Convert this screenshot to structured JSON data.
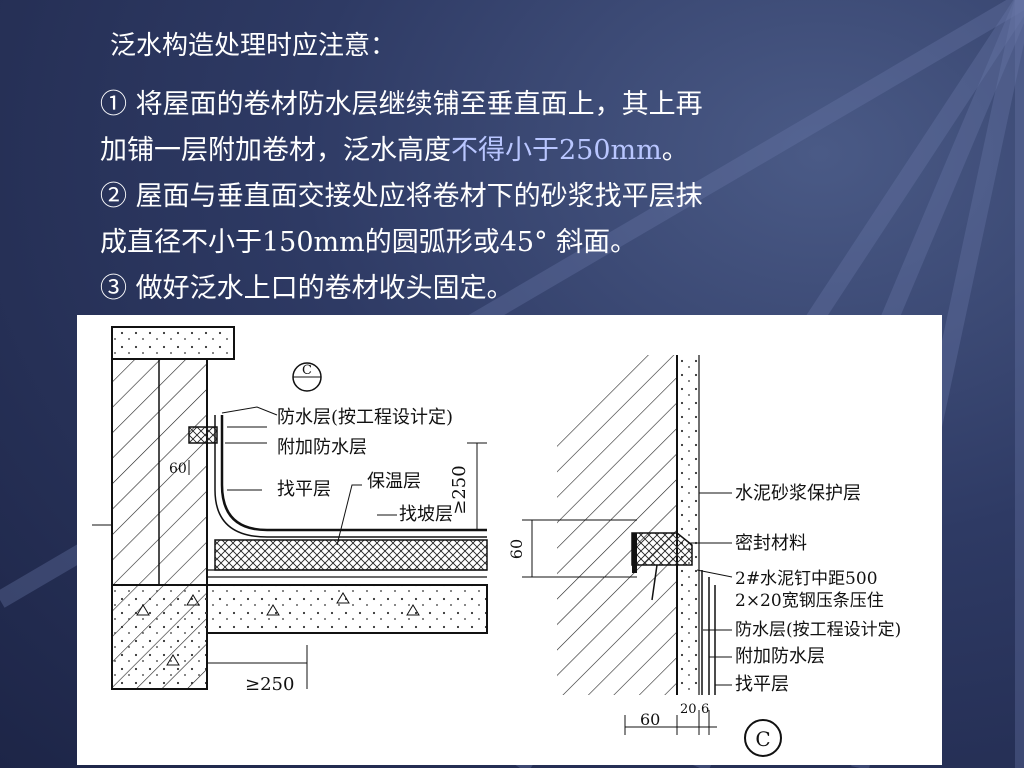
{
  "slide": {
    "heading": "泛水构造处理时应注意：",
    "points": [
      {
        "lines": [
          "① 将屋面的卷材防水层继续铺至垂直面上，其上再"
        ]
      },
      {
        "pre": "加铺一层附加卷材，泛水高度",
        "highlight": "不得小于250mm",
        "post": "。"
      },
      {
        "lines": [
          "② 屋面与垂直面交接处应将卷材下的砂浆找平层抹"
        ]
      },
      {
        "lines": [
          "成直径不小于150mm的圆弧形或45° 斜面。"
        ]
      },
      {
        "lines": [
          "③ 做好泛水上口的卷材收头固定。"
        ]
      }
    ],
    "highlight_color": "#b9c6ff"
  },
  "figure": {
    "left": {
      "callout": "C",
      "labels": {
        "waterproof": "防水层(按工程设计定)",
        "additional": "附加防水层",
        "leveling": "找平层",
        "insulation": "保温层",
        "slope": "找坡层"
      },
      "dims": {
        "height": "≥250",
        "width": "≥250",
        "small": "60"
      }
    },
    "right": {
      "labels": {
        "mortar": "水泥砂浆保护层",
        "sealant": "密封材料",
        "nail_1": "2#水泥钉中距500",
        "nail_2": "2×20宽钢压条压住",
        "waterproof": "防水层(按工程设计定)",
        "additional": "附加防水层",
        "leveling": "找平层"
      },
      "dims": {
        "height": "60",
        "w1": "60",
        "w2": "20",
        "w3": "6"
      },
      "callout": "C"
    }
  }
}
